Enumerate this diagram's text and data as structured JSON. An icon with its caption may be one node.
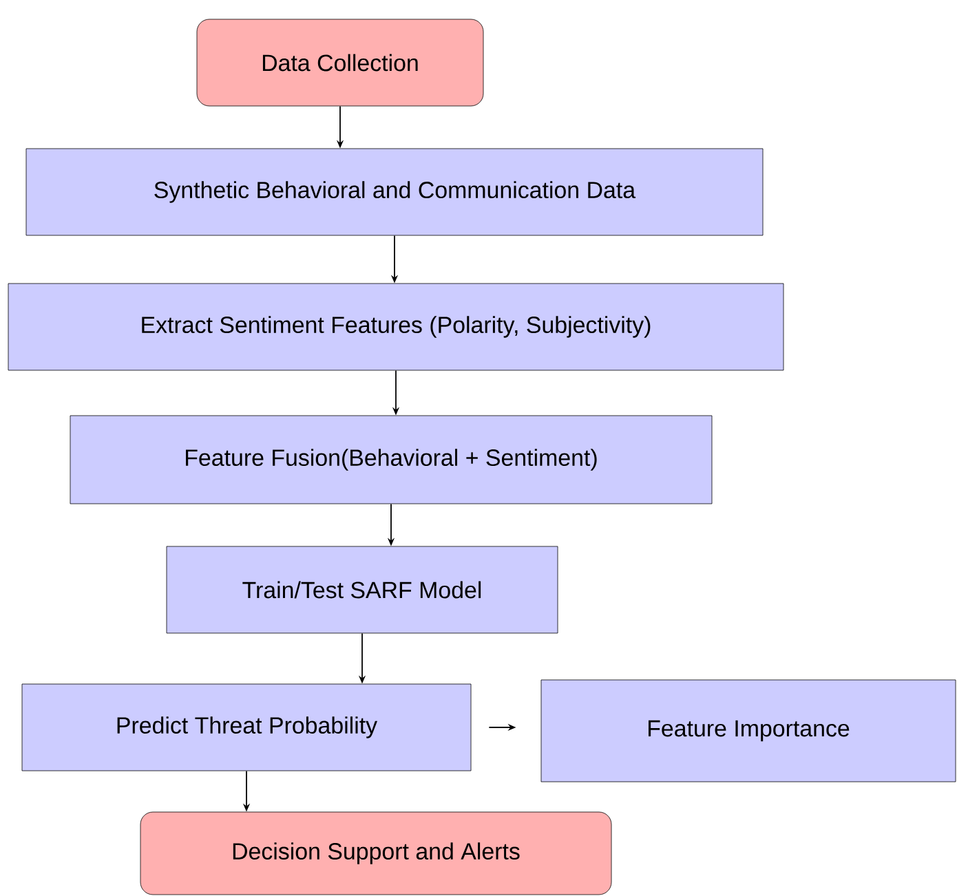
{
  "diagram": {
    "nodes": [
      {
        "text": [
          "Data Collection"
        ]
      },
      {
        "text": [
          "Synthetic Behavioral and Communication Data"
        ]
      },
      {
        "text": [
          "Extract Sentiment Features (Polarity, Subjectivity)"
        ]
      },
      {
        "text": [
          "Feature Fusion(Behavioral + Sentiment)"
        ]
      },
      {
        "text": [
          "Train/Test SARF Model"
        ]
      },
      {
        "text": [
          "Predict Threat Probability"
        ]
      },
      {
        "text": [
          "Feature Importance"
        ]
      },
      {
        "text": [
          "Decision Support and Alerts"
        ]
      }
    ],
    "edges": [
      {
        "from": 0,
        "to": 1,
        "arrow": "to"
      },
      {
        "from": 1,
        "to": 2,
        "arrow": "to"
      },
      {
        "from": 2,
        "to": 3,
        "arrow": "to"
      },
      {
        "from": 3,
        "to": 4,
        "arrow": "to"
      },
      {
        "from": 4,
        "to": 5,
        "arrow": "to"
      },
      {
        "from": 5,
        "to": 6,
        "arrow": "to"
      },
      {
        "from": 5,
        "to": 7,
        "arrow": "to"
      }
    ]
  }
}
